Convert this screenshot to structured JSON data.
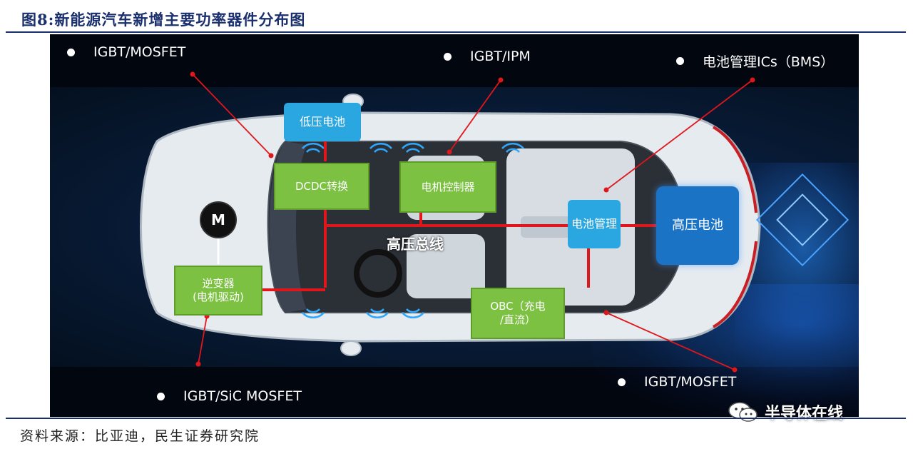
{
  "title": "图8:新能源汽车新增主要功率器件分布图",
  "source": "资料来源：比亚迪，民生证券研究院",
  "watermark": {
    "text": "半导体在线",
    "icon": "wechat-icon"
  },
  "callouts": {
    "top_left": "IGBT/MOSFET",
    "top_center": "IGBT/IPM",
    "top_right": "电池管理ICs（BMS）",
    "bottom_left": "IGBT/SiC MOSFET",
    "bottom_right": "IGBT/MOSFET"
  },
  "components": {
    "low_voltage_battery": "低压电池",
    "dcdc": "DCDC转换",
    "motor_controller": "电机控制器",
    "motor_symbol": "M",
    "inverter": "逆变器\n(电机驱动)",
    "battery_management": "电池管理",
    "obc": "OBC（充电\n/直流）",
    "high_voltage_battery": "高压电池"
  },
  "bus_label": "高压总线",
  "colors": {
    "title": "#1a2f6e",
    "panel": "#02060f",
    "green_box": "#7cc142",
    "blue_box": "#2aa7e0",
    "dark_blue_box": "#1b73c6",
    "bus_line": "#e0161b"
  }
}
